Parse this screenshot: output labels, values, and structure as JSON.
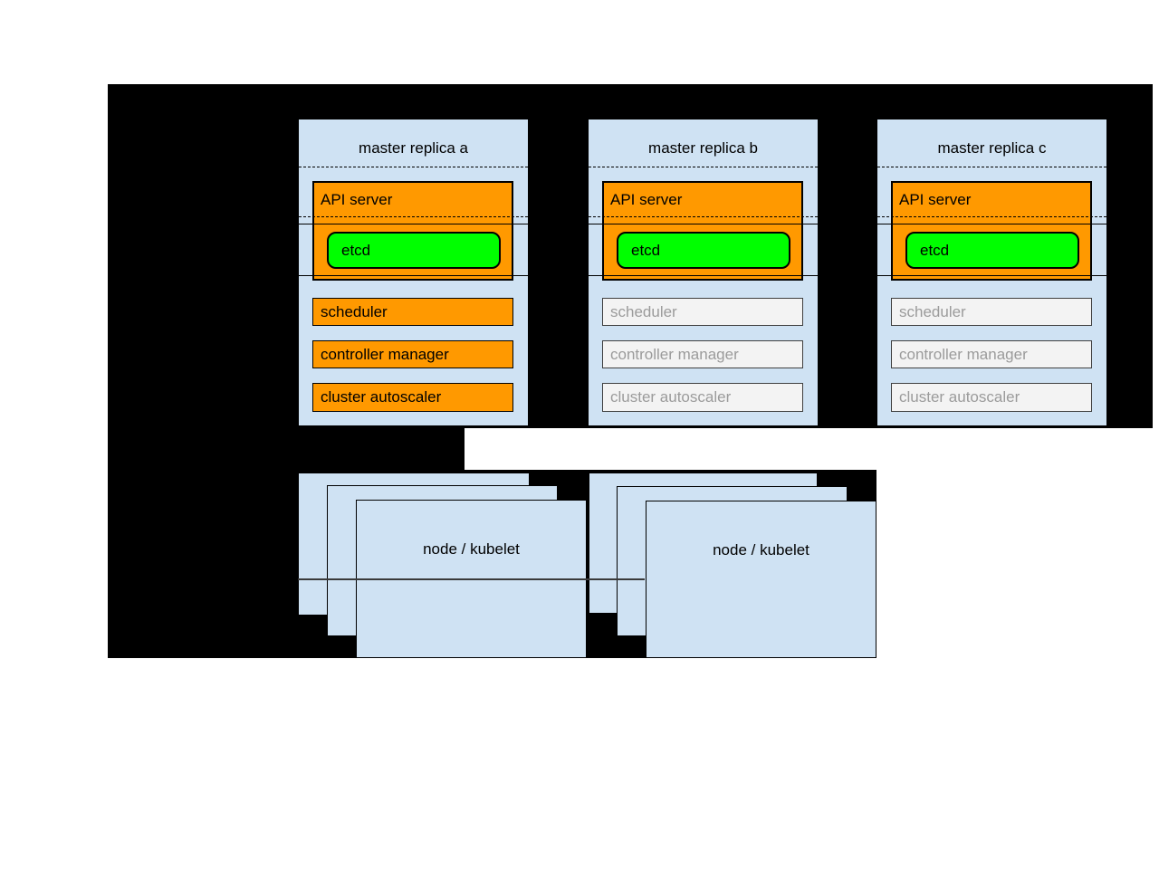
{
  "diagram": {
    "description": "Kubernetes high-availability master replicas architecture diagram",
    "colors": {
      "background_mask": "#000000",
      "box_fill_blue": "#cfe2f3",
      "active_component_fill": "#ff9900",
      "etcd_fill": "#00ff00",
      "inactive_component_fill": "#f3f3f3",
      "inactive_component_text": "#9b9b9b",
      "border": "#000000"
    }
  },
  "replicas": [
    {
      "title": "master replica a",
      "api_server": "API server",
      "etcd": "etcd",
      "components": [
        "scheduler",
        "controller manager",
        "cluster autoscaler"
      ],
      "state": "active"
    },
    {
      "title": "master replica b",
      "api_server": "API server",
      "etcd": "etcd",
      "components": [
        "scheduler",
        "controller manager",
        "cluster autoscaler"
      ],
      "state": "inactive"
    },
    {
      "title": "master replica c",
      "api_server": "API server",
      "etcd": "etcd",
      "components": [
        "scheduler",
        "controller manager",
        "cluster autoscaler"
      ],
      "state": "inactive"
    }
  ],
  "node_stacks": [
    {
      "label": "node / kubelet",
      "stacked_count": 3
    },
    {
      "label": "node / kubelet",
      "stacked_count": 3
    }
  ]
}
